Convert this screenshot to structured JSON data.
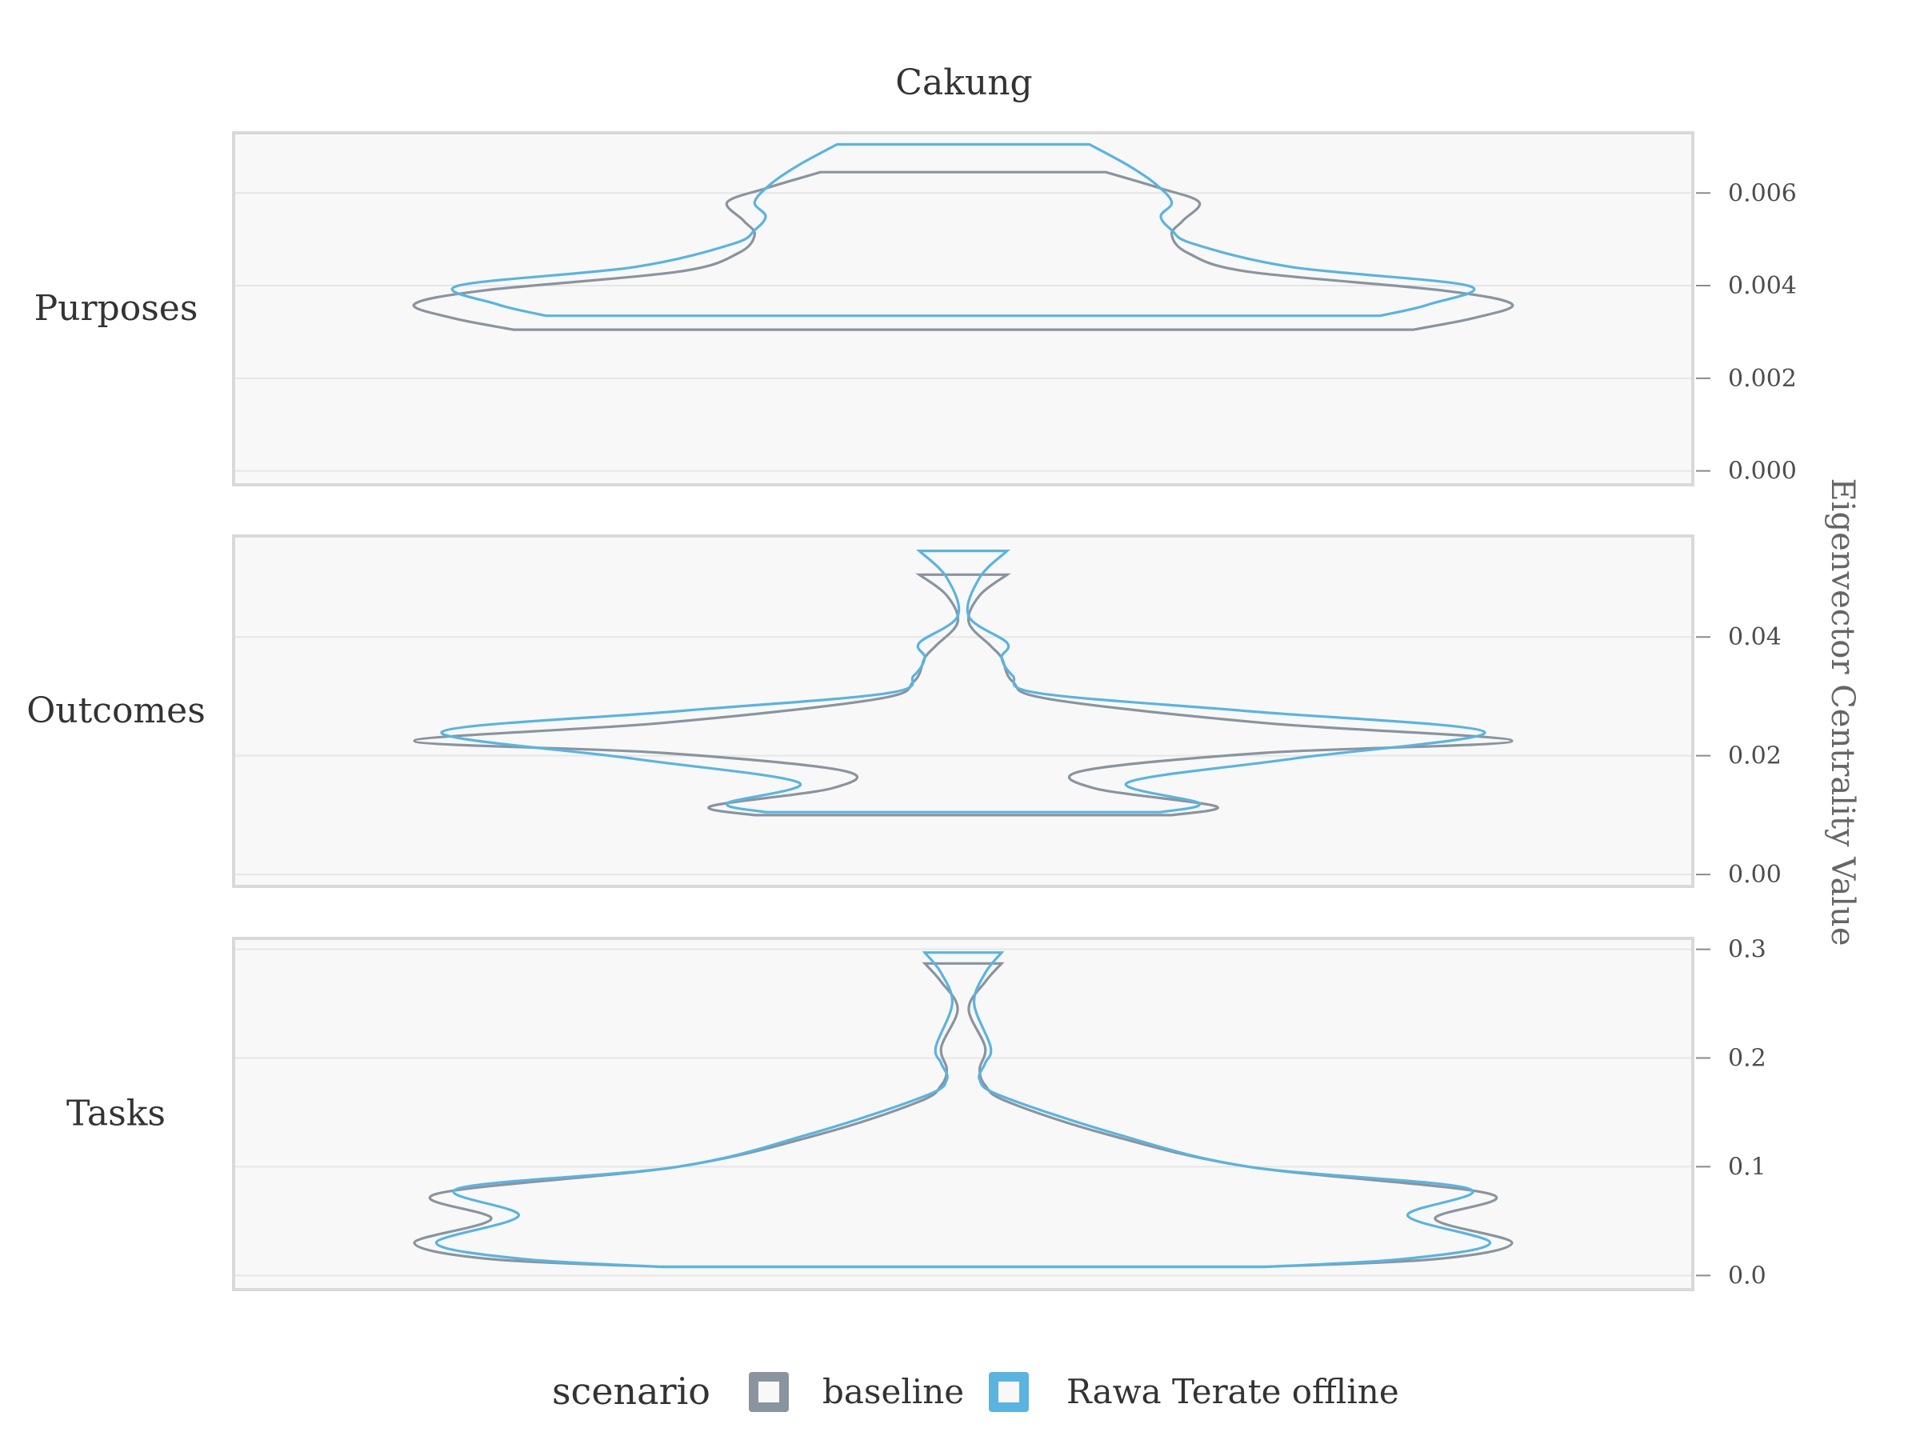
{
  "chart_data": {
    "type": "violin",
    "title": "Cakung",
    "ylabel": "Eigenvector Centrality Value",
    "legend": {
      "title": "scenario",
      "placement": "bottom",
      "entries": [
        {
          "name": "baseline",
          "color": "#8a949e"
        },
        {
          "name": "Rawa Terate offline",
          "color": "#5bb3e0"
        }
      ]
    },
    "panels": [
      {
        "label": "Purposes",
        "ylim": [
          -0.0003,
          0.0073
        ],
        "ticks": [
          0.0,
          0.002,
          0.004,
          0.006
        ],
        "tick_labels": [
          "0.000",
          "0.002",
          "0.004",
          "0.006"
        ],
        "series": [
          {
            "name": "baseline",
            "profile": [
              [
                0.00305,
                0.82
              ],
              [
                0.0033,
                0.93
              ],
              [
                0.0036,
                1.0
              ],
              [
                0.0039,
                0.87
              ],
              [
                0.0043,
                0.52
              ],
              [
                0.0047,
                0.41
              ],
              [
                0.0051,
                0.38
              ],
              [
                0.0054,
                0.4
              ],
              [
                0.0058,
                0.43
              ],
              [
                0.0061,
                0.36
              ],
              [
                0.00645,
                0.26
              ]
            ]
          },
          {
            "name": "Rawa Terate offline",
            "profile": [
              [
                0.00335,
                0.76
              ],
              [
                0.0036,
                0.85
              ],
              [
                0.004,
                0.92
              ],
              [
                0.0044,
                0.6
              ],
              [
                0.0049,
                0.42
              ],
              [
                0.0052,
                0.38
              ],
              [
                0.0055,
                0.36
              ],
              [
                0.0058,
                0.38
              ],
              [
                0.0062,
                0.35
              ],
              [
                0.0066,
                0.3
              ],
              [
                0.00705,
                0.23
              ]
            ]
          }
        ]
      },
      {
        "label": "Outcomes",
        "ylim": [
          -0.002,
          0.057
        ],
        "ticks": [
          0.0,
          0.02,
          0.04
        ],
        "tick_labels": [
          "0.00",
          "0.02",
          "0.04"
        ],
        "series": [
          {
            "name": "baseline",
            "profile": [
              [
                0.01,
                0.38
              ],
              [
                0.0115,
                0.46
              ],
              [
                0.0145,
                0.24
              ],
              [
                0.0175,
                0.22
              ],
              [
                0.0205,
                0.55
              ],
              [
                0.0225,
                1.0
              ],
              [
                0.0255,
                0.55
              ],
              [
                0.0295,
                0.16
              ],
              [
                0.0325,
                0.09
              ],
              [
                0.0365,
                0.07
              ],
              [
                0.0385,
                0.05
              ],
              [
                0.0425,
                0.01
              ],
              [
                0.047,
                0.03
              ],
              [
                0.0505,
                0.08
              ]
            ]
          },
          {
            "name": "Rawa Terate offline",
            "profile": [
              [
                0.0105,
                0.36
              ],
              [
                0.012,
                0.43
              ],
              [
                0.0155,
                0.3
              ],
              [
                0.0195,
                0.6
              ],
              [
                0.024,
                0.95
              ],
              [
                0.0275,
                0.52
              ],
              [
                0.0305,
                0.14
              ],
              [
                0.0335,
                0.09
              ],
              [
                0.0365,
                0.07
              ],
              [
                0.039,
                0.08
              ],
              [
                0.0435,
                0.01
              ],
              [
                0.05,
                0.03
              ],
              [
                0.0545,
                0.08
              ]
            ]
          }
        ]
      },
      {
        "label": "Tasks",
        "ylim": [
          -0.013,
          0.31
        ],
        "ticks": [
          0.0,
          0.1,
          0.2,
          0.3
        ],
        "tick_labels": [
          "0.0",
          "0.1",
          "0.2",
          "0.3"
        ],
        "series": [
          {
            "name": "baseline",
            "profile": [
              [
                0.008,
                0.55
              ],
              [
                0.015,
                0.86
              ],
              [
                0.03,
                1.0
              ],
              [
                0.052,
                0.86
              ],
              [
                0.075,
                0.96
              ],
              [
                0.1,
                0.52
              ],
              [
                0.13,
                0.26
              ],
              [
                0.16,
                0.08
              ],
              [
                0.175,
                0.04
              ],
              [
                0.19,
                0.03
              ],
              [
                0.21,
                0.04
              ],
              [
                0.245,
                0.01
              ],
              [
                0.27,
                0.04
              ],
              [
                0.287,
                0.07
              ]
            ]
          },
          {
            "name": "Rawa Terate offline",
            "profile": [
              [
                0.008,
                0.55
              ],
              [
                0.015,
                0.8
              ],
              [
                0.03,
                0.96
              ],
              [
                0.055,
                0.81
              ],
              [
                0.08,
                0.92
              ],
              [
                0.1,
                0.52
              ],
              [
                0.13,
                0.28
              ],
              [
                0.165,
                0.07
              ],
              [
                0.18,
                0.03
              ],
              [
                0.195,
                0.04
              ],
              [
                0.21,
                0.05
              ],
              [
                0.25,
                0.02
              ],
              [
                0.278,
                0.04
              ],
              [
                0.297,
                0.07
              ]
            ]
          }
        ]
      }
    ]
  }
}
